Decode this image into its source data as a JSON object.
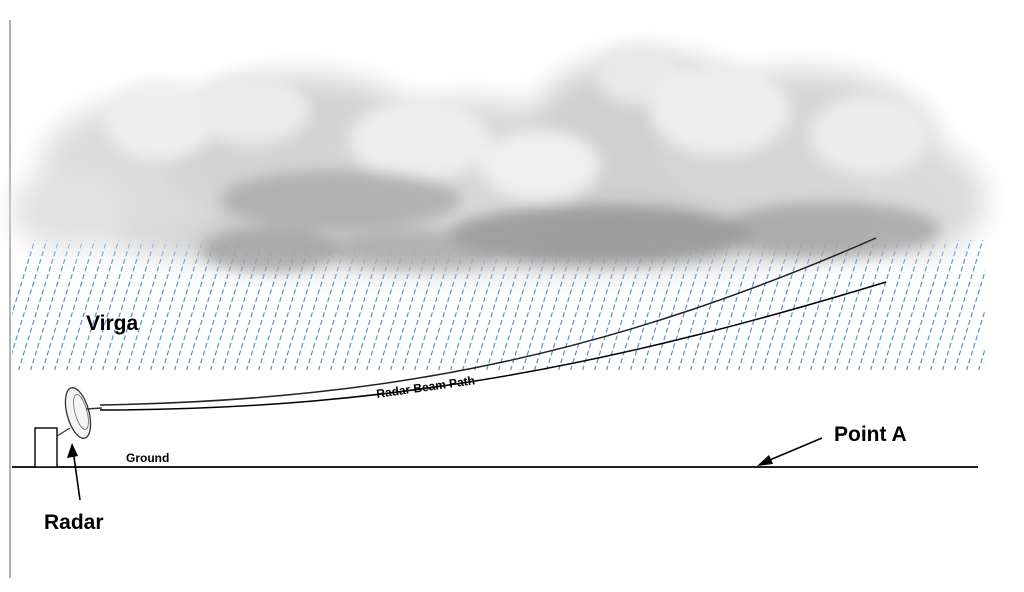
{
  "labels": {
    "virga": "Virga",
    "beam_path": "Radar Beam Path",
    "ground": "Ground",
    "point_a": "Point A",
    "radar": "Radar"
  },
  "colors": {
    "rain": "#5b8fd6",
    "cloud_light": "#f2f2f2",
    "cloud_dark": "#8a8a8a",
    "line": "#000000"
  },
  "icons": {
    "radar_dish": "radar-dish-icon",
    "radar_tower": "radar-tower-icon"
  }
}
